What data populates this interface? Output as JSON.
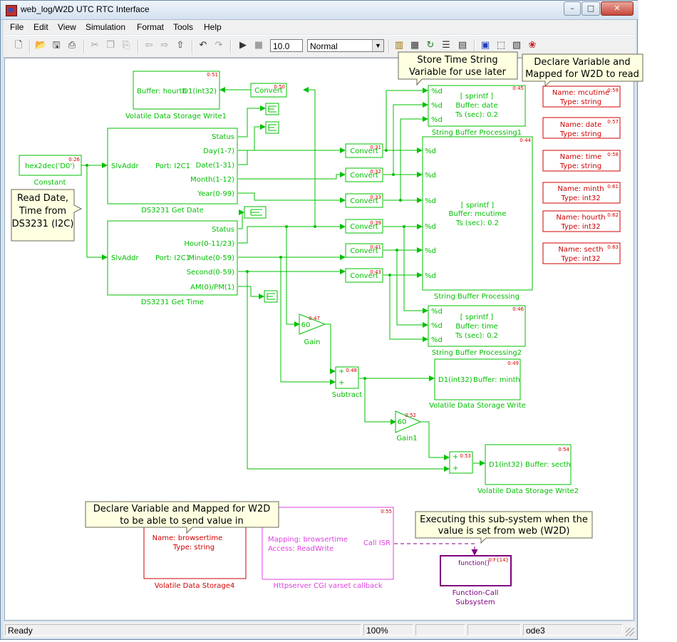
{
  "window": {
    "title": "web_log/W2D UTC RTC Interface",
    "min_label": "–",
    "max_label": "□",
    "close_label": "✕"
  },
  "menu": [
    "File",
    "Edit",
    "View",
    "Simulation",
    "Format",
    "Tools",
    "Help"
  ],
  "toolbar": {
    "stop_time": "10.0",
    "mode": "Normal",
    "icons": [
      "new-model-icon",
      "open-icon",
      "save-icon",
      "print-icon",
      "cut-icon",
      "copy-icon",
      "paste-icon",
      "back-icon",
      "forward-icon",
      "up-icon",
      "undo-icon",
      "redo-icon",
      "start-icon",
      "stop-icon",
      "build-icon",
      "library-icon",
      "update-icon",
      "debug-icon",
      "explorer-icon",
      "model-advisor-icon",
      "tag-icon",
      "browser-icon"
    ]
  },
  "blocks": {
    "constant": {
      "text": "hex2dec('D0')",
      "prio": "0:26",
      "name": "Constant"
    },
    "get_date": {
      "in": "SlvAddr",
      "port": "Port: I2C1",
      "outs": [
        "Status",
        "Day(1-7)",
        "Date(1-31)",
        "Month(1-12)",
        "Year(0-99)"
      ],
      "name": "DS3231 Get Date"
    },
    "get_time": {
      "in": "SlvAddr",
      "port": "Port: I2C1",
      "outs": [
        "Status",
        "Hour(0-11/23)",
        "Minute(0-59)",
        "Second(0-59)",
        "AM(0)/PM(1)"
      ],
      "name": "DS3231 Get Time"
    },
    "vds_write1": {
      "left": "Buffer: hourth",
      "right": "D1(int32)",
      "prio": "0:51",
      "name": "Volatile Data Storage Write1"
    },
    "convert_top": {
      "text": "Convert",
      "prio": "0:50"
    },
    "convert1": {
      "text": "Convert",
      "prio": "0:31"
    },
    "convert2": {
      "text": "Convert",
      "prio": "0:32"
    },
    "convert3": {
      "text": "Convert",
      "prio": "0:33"
    },
    "convert4": {
      "text": "Convert",
      "prio": "0:39"
    },
    "convert5": {
      "text": "Convert",
      "prio": "0:41"
    },
    "convert6": {
      "text": "Convert",
      "prio": "0:43"
    },
    "sbp1": {
      "ports": [
        "%d",
        "%d",
        "%d"
      ],
      "line1": "[ sprintf ]",
      "line2": "Buffer: date",
      "line3": "Ts (sec): 0.2",
      "prio": "0:45",
      "name": "String Buffer Processing1"
    },
    "sbp": {
      "ports": [
        "%d",
        "%d",
        "%d",
        "%d",
        "%d",
        "%d"
      ],
      "line1": "[ sprintf ]",
      "line2": "Buffer: mcutime",
      "line3": "Ts (sec): 0.2",
      "prio": "0:44",
      "name": "String Buffer Processing"
    },
    "sbp2": {
      "ports": [
        "%d",
        "%d",
        "%d"
      ],
      "line1": "[ sprintf ]",
      "line2": "Buffer: time",
      "line3": "Ts (sec): 0.2",
      "prio": "0:46",
      "name": "String Buffer Processing2"
    },
    "gain": {
      "text": "60",
      "prio": "0:47",
      "name": "Gain"
    },
    "gain1": {
      "text": "60",
      "prio": "0:52",
      "name": "Gain1"
    },
    "subtract": {
      "prio": "0:48",
      "name": "Subtract",
      "signs": [
        "+",
        "+"
      ]
    },
    "sum53": {
      "prio": "0:53",
      "signs": [
        "+",
        "+"
      ]
    },
    "vds_write": {
      "left": "D1(int32)",
      "right": "Buffer: minth",
      "prio": "0:49",
      "name": "Volatile Data Storage Write"
    },
    "vds_write2": {
      "left": "D1(int32)",
      "right": "Buffer: secth",
      "prio": "0:54",
      "name": "Volatile Data Storage Write2"
    },
    "vars": [
      {
        "name": "Name: mcutime",
        "type": "Type: string",
        "prio": "0:59"
      },
      {
        "name": "Name: date",
        "type": "Type: string",
        "prio": "0:57"
      },
      {
        "name": "Name: time",
        "type": "Type: string",
        "prio": "0:58"
      },
      {
        "name": "Name: minth",
        "type": "Type: int32",
        "prio": "0:61"
      },
      {
        "name": "Name: hourth",
        "type": "Type: int32",
        "prio": "0:62"
      },
      {
        "name": "Name: secth",
        "type": "Type: int32",
        "prio": "0:63"
      }
    ],
    "vds4": {
      "name_line": "Name: browsertime",
      "type_line": "Type: string",
      "name": "Volatile Data Storage4"
    },
    "cgi": {
      "mapping": "Mapping: browsertime",
      "access": "Access: ReadWrite",
      "out": "Call ISR",
      "prio": "0:55",
      "name": "Httpserver CGI varset callback"
    },
    "fcs": {
      "text": "function()",
      "prio": "0:F{14}",
      "name_line1": "Function-Call",
      "name_line2": "Subsystem"
    }
  },
  "callouts": {
    "store_time_1": "Store Time String",
    "store_time_2": "Variable for use later",
    "declare_1": "Declare Variable and",
    "declare_2": "Mapped for W2D to read",
    "read_1": "Read Date,",
    "read_2": "Time from",
    "read_3": "DS3231 (I2C)",
    "declare_w2d_1": "Declare Variable and Mapped for W2D",
    "declare_w2d_2": "to be able to send value in",
    "exec_1": "Executing this sub-system when the",
    "exec_2": "value is set from web (W2D)"
  },
  "status": {
    "text": "Ready",
    "zoom": "100%",
    "solver": "ode3"
  },
  "colors": {
    "green": "#00c000",
    "red": "#d00000",
    "magenta": "#e040e0",
    "purple": "#800080",
    "callout_bg": "#ffffe1"
  }
}
